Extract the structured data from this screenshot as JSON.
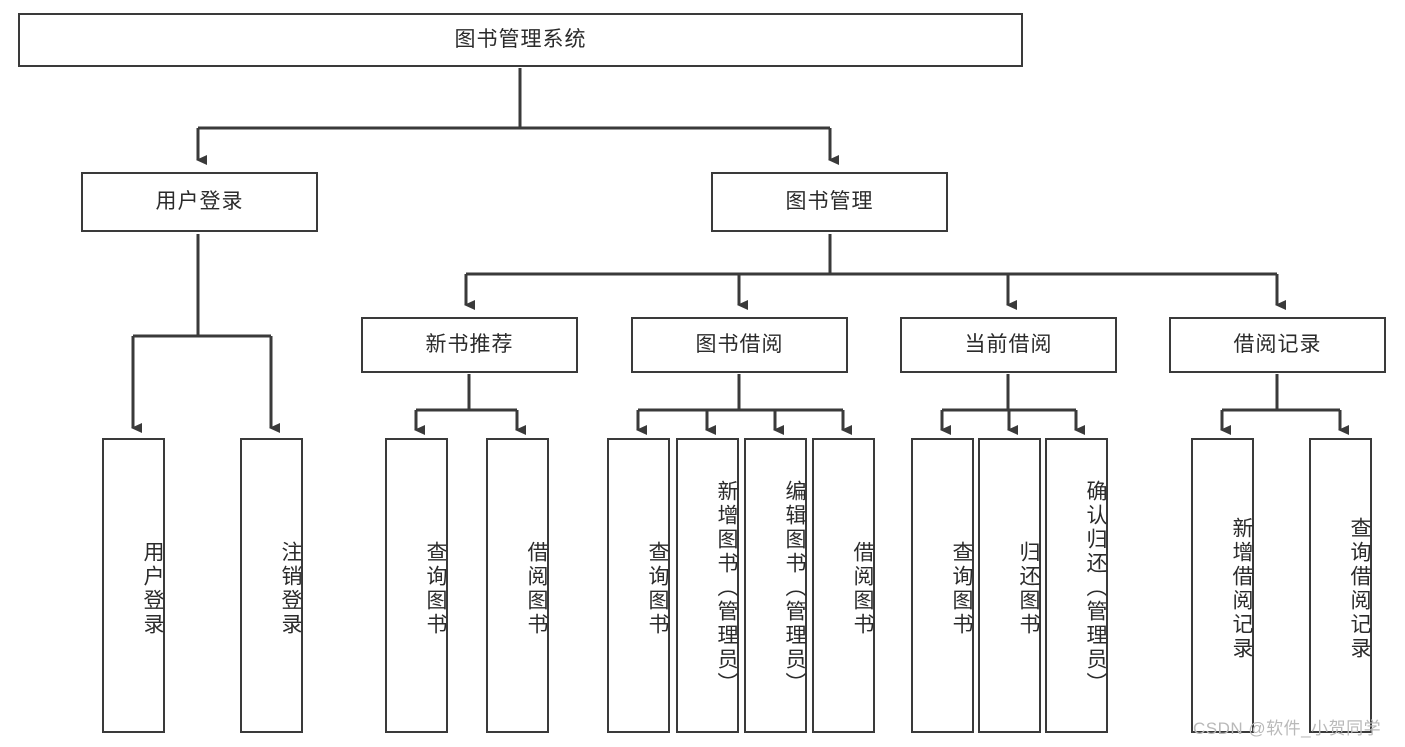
{
  "diagram": {
    "type": "tree-hierarchy",
    "title": "图书管理系统",
    "root": {
      "label": "图书管理系统"
    },
    "level2": [
      {
        "label": "用户登录"
      },
      {
        "label": "图书管理"
      }
    ],
    "level3": [
      {
        "label": "新书推荐"
      },
      {
        "label": "图书借阅"
      },
      {
        "label": "当前借阅"
      },
      {
        "label": "借阅记录"
      }
    ],
    "leaves": {
      "user_login": [
        {
          "label": "用户登录"
        },
        {
          "label": "注销登录"
        }
      ],
      "new_book_recommend": [
        {
          "label": "查询图书"
        },
        {
          "label": "借阅图书"
        }
      ],
      "book_borrow": [
        {
          "label": "查询图书"
        },
        {
          "label": "新增图书（管理员）"
        },
        {
          "label": "编辑图书（管理员）"
        },
        {
          "label": "借阅图书"
        }
      ],
      "current_borrow": [
        {
          "label": "查询图书"
        },
        {
          "label": "归还图书"
        },
        {
          "label": "确认归还（管理员）"
        }
      ],
      "borrow_record": [
        {
          "label": "新增借阅记录"
        },
        {
          "label": "查询借阅记录"
        }
      ]
    }
  },
  "watermark": {
    "text": "CSDN @软件_小贺同学"
  },
  "colors": {
    "border": "#3a3a3a",
    "text": "#2b2b2b",
    "background": "#ffffff",
    "connector": "#3a3a3a",
    "watermark": "#b9b9b9"
  }
}
